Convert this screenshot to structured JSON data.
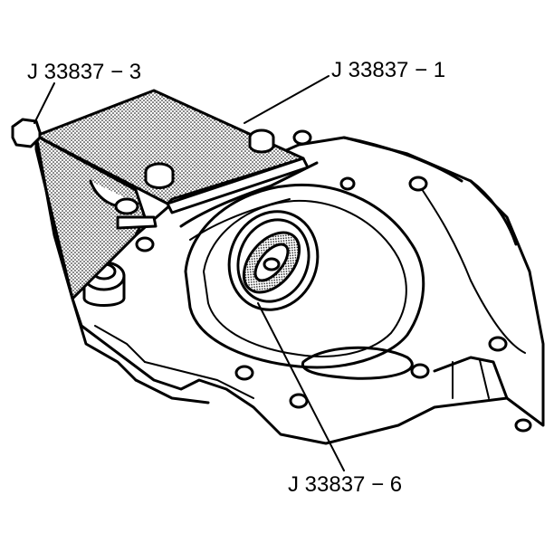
{
  "callouts": {
    "tool_3": "J 33837 − 3",
    "tool_1": "J 33837 − 1",
    "tool_6": "J 33837 − 6"
  },
  "colors": {
    "ink": "#000000",
    "background": "#ffffff"
  }
}
